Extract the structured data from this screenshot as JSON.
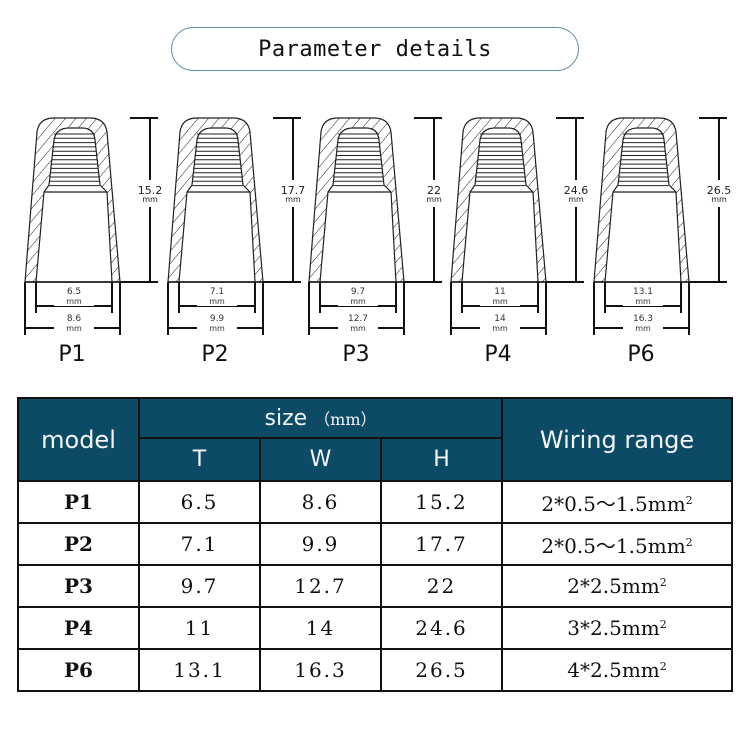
{
  "title": "Parameter details",
  "diagrams": [
    {
      "model": "P1",
      "height": "15.2",
      "inner_width": "6.5",
      "outer_width": "8.6",
      "unit": "mm"
    },
    {
      "model": "P2",
      "height": "17.7",
      "inner_width": "7.1",
      "outer_width": "9.9",
      "unit": "mm"
    },
    {
      "model": "P3",
      "height": "22",
      "inner_width": "9.7",
      "outer_width": "12.7",
      "unit": "mm"
    },
    {
      "model": "P4",
      "height": "24.6",
      "inner_width": "11",
      "outer_width": "14",
      "unit": "mm"
    },
    {
      "model": "P6",
      "height": "26.5",
      "inner_width": "13.1",
      "outer_width": "16.3",
      "unit": "mm"
    }
  ],
  "table": {
    "header": {
      "model": "model",
      "size": "size",
      "size_unit": "（mm）",
      "t": "T",
      "w": "W",
      "h": "H",
      "wiring": "Wiring range"
    },
    "rows": [
      {
        "model": "P1",
        "t": "6.5",
        "w": "8.6",
        "h": "15.2",
        "wiring": "2*0.5～1.5mm",
        "wiring_sup": "2"
      },
      {
        "model": "P2",
        "t": "7.1",
        "w": "9.9",
        "h": "17.7",
        "wiring": "2*0.5～1.5mm",
        "wiring_sup": "2"
      },
      {
        "model": "P3",
        "t": "9.7",
        "w": "12.7",
        "h": "22",
        "wiring": "2*2.5mm",
        "wiring_sup": "2"
      },
      {
        "model": "P4",
        "t": "11",
        "w": "14",
        "h": "24.6",
        "wiring": "3*2.5mm",
        "wiring_sup": "2"
      },
      {
        "model": "P6",
        "t": "13.1",
        "w": "16.3",
        "h": "26.5",
        "wiring": "4*2.5mm",
        "wiring_sup": "2"
      }
    ]
  },
  "colors": {
    "header_bg": "#0d4a66",
    "header_text": "#f2f6f8",
    "pill_border": "#5b8ea6"
  }
}
